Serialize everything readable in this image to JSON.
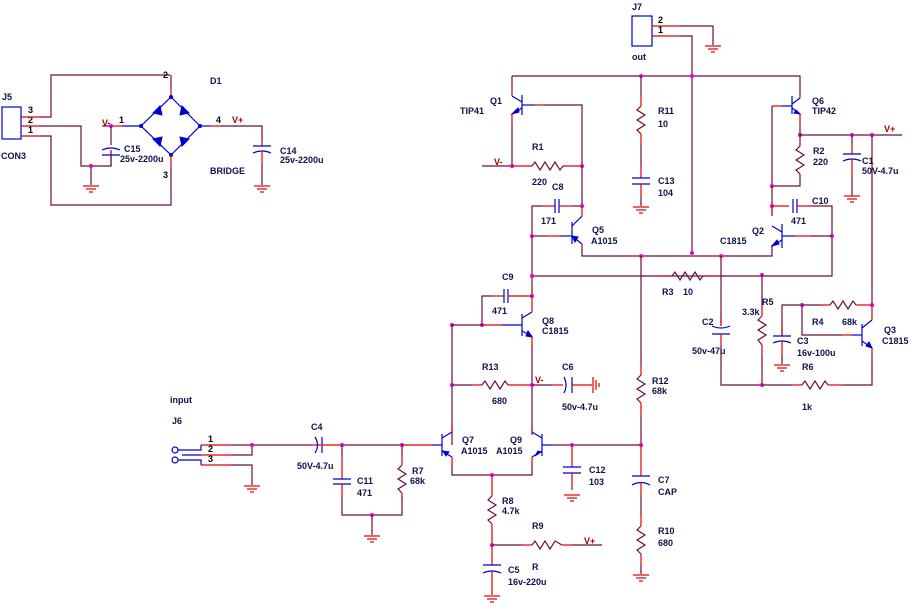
{
  "diagram": {
    "title": "Amplifier schematic",
    "connectors": {
      "J5": {
        "ref": "J5",
        "value": "CON3",
        "pins": [
          "3",
          "2",
          "1"
        ]
      },
      "J7": {
        "ref": "J7",
        "value": "out",
        "pins": [
          "2",
          "1"
        ]
      },
      "J6": {
        "ref": "J6",
        "value": "input",
        "pins": [
          "1",
          "2",
          "3"
        ]
      }
    },
    "bridge": {
      "ref": "D1",
      "value": "BRIDGE",
      "pin_left": "1",
      "pin_right": "4",
      "pin_top": "2",
      "pin_bottom": "3"
    },
    "transistors": {
      "Q1": {
        "ref": "Q1",
        "value": "TIP41"
      },
      "Q6": {
        "ref": "Q6",
        "value": "TIP42"
      },
      "Q5": {
        "ref": "Q5",
        "value": "A1015"
      },
      "Q2": {
        "ref": "Q2",
        "value": "C1815"
      },
      "Q8": {
        "ref": "Q8",
        "value": "C1815"
      },
      "Q3": {
        "ref": "Q3",
        "value": "C1815"
      },
      "Q7": {
        "ref": "Q7",
        "value": "A1015"
      },
      "Q9": {
        "ref": "Q9",
        "value": "A1015"
      }
    },
    "resistors": {
      "R1": {
        "ref": "R1",
        "value": "220"
      },
      "R2": {
        "ref": "R2",
        "value": "220"
      },
      "R3": {
        "ref": "R3",
        "value": "10"
      },
      "R4": {
        "ref": "R4",
        "value": "68k"
      },
      "R5": {
        "ref": "R5",
        "value": "3.3k"
      },
      "R6": {
        "ref": "R6",
        "value": "1k"
      },
      "R7": {
        "ref": "R7",
        "value": "68k"
      },
      "R8": {
        "ref": "R8",
        "value": "4.7k"
      },
      "R9": {
        "ref": "R9",
        "value": "R"
      },
      "R10": {
        "ref": "R10",
        "value": "680"
      },
      "R11": {
        "ref": "R11",
        "value": "10"
      },
      "R12": {
        "ref": "R12",
        "value": "68k"
      },
      "R13": {
        "ref": "R13",
        "value": "680"
      }
    },
    "capacitors": {
      "C1": {
        "ref": "C1",
        "value": "50V-4.7u"
      },
      "C2": {
        "ref": "C2",
        "value": "50v-47u"
      },
      "C3": {
        "ref": "C3",
        "value": "16v-100u"
      },
      "C4": {
        "ref": "C4",
        "value": "50V-4.7u"
      },
      "C5": {
        "ref": "C5",
        "value": "16v-220u"
      },
      "C6": {
        "ref": "C6",
        "value": "50v-4.7u"
      },
      "C7": {
        "ref": "C7",
        "value": "CAP"
      },
      "C8": {
        "ref": "C8",
        "value": "171"
      },
      "C9": {
        "ref": "C9",
        "value": "471"
      },
      "C10": {
        "ref": "C10",
        "value": "471"
      },
      "C11": {
        "ref": "C11",
        "value": "471"
      },
      "C12": {
        "ref": "C12",
        "value": "103"
      },
      "C13": {
        "ref": "C13",
        "value": "104"
      },
      "C14": {
        "ref": "C14",
        "value": "25v-2200u"
      },
      "C15": {
        "ref": "C15",
        "value": "25v-2200u"
      }
    },
    "nets": {
      "vplus": "V+",
      "vminus": "V-"
    }
  }
}
